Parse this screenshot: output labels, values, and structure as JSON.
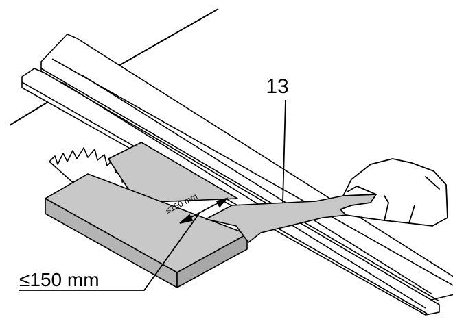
{
  "callouts": {
    "part_number": "13",
    "dimension_bottom": "≤150 mm",
    "dimension_on_workpiece": "≤150 mm"
  },
  "colors": {
    "workpiece_fill": "#c8c8c8",
    "outline": "#000000",
    "background": "#ffffff"
  }
}
